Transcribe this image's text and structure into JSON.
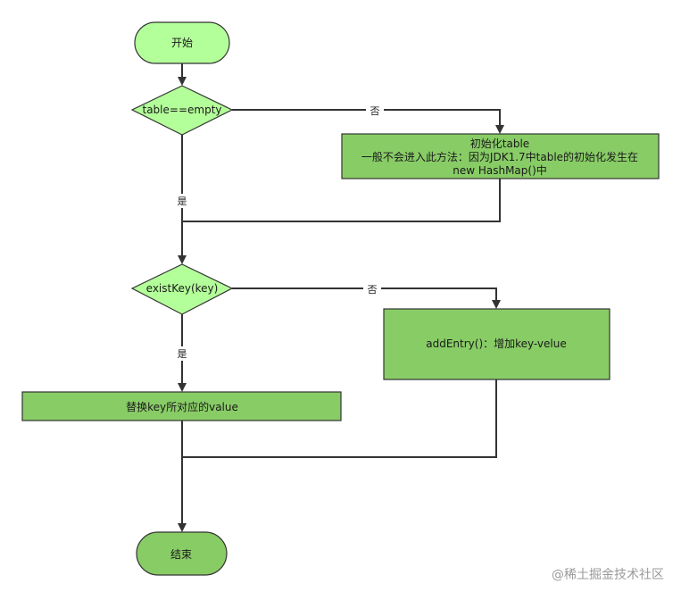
{
  "nodes": {
    "start": "开始",
    "cond_table": "table==empty",
    "init": {
      "line1": "初始化table",
      "line2": "一般不会进入此方法：因为JDK1.7中table的初始化发生在",
      "line3": "new HashMap()中"
    },
    "cond_key": "existKey(key)",
    "add_entry": "addEntry()：增加key-velue",
    "replace": "替换key所对应的value",
    "end": "结束"
  },
  "edges": {
    "table_no": "否",
    "table_yes": "是",
    "key_no": "否",
    "key_yes": "是"
  },
  "watermark": "@稀土掘金技术社区",
  "colors": {
    "light_fill": "#b3ff99",
    "dark_fill": "#88cc66",
    "stroke": "#333333",
    "line": "#333333"
  }
}
